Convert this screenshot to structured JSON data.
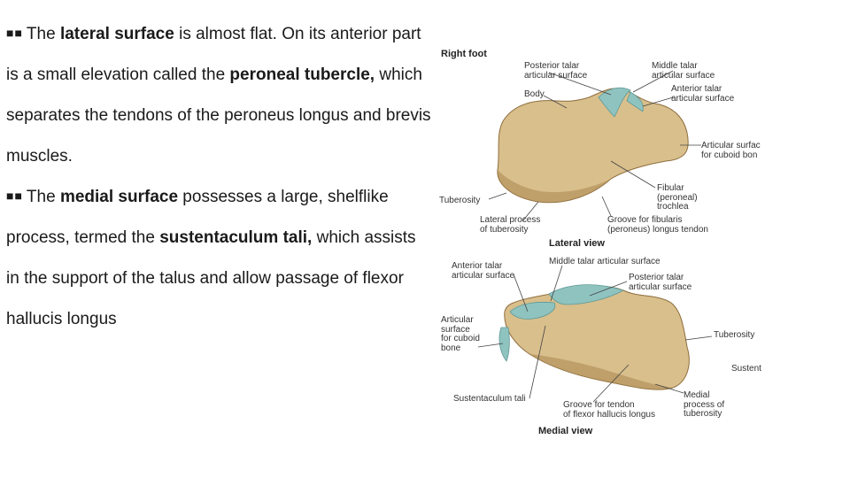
{
  "paragraphs": [
    {
      "bullet": "■■",
      "segments": [
        {
          "text": "The ",
          "bold": false
        },
        {
          "text": "lateral surface",
          "bold": true
        },
        {
          "text": " is almost flat. On its anterior part is a small elevation called the ",
          "bold": false
        },
        {
          "text": "peroneal tubercle,",
          "bold": true
        },
        {
          "text": " which separates the tendons of the peroneus longus and brevis muscles.",
          "bold": false
        }
      ]
    },
    {
      "bullet": "■■",
      "segments": [
        {
          "text": "The ",
          "bold": false
        },
        {
          "text": "medial surface",
          "bold": true
        },
        {
          "text": " possesses a large, shelflike process, termed the ",
          "bold": false
        },
        {
          "text": "sustentaculum tali,",
          "bold": true
        },
        {
          "text": " which assists in the support of the talus and allow passage of flexor hallucis longus",
          "bold": false
        }
      ]
    }
  ],
  "figure": {
    "heading": "Right foot",
    "lateral_view": {
      "caption": "Lateral view",
      "labels": {
        "posterior_talar": "Posterior talar\narticular surface",
        "middle_talar": "Middle talar\narticular surface",
        "body": "Body",
        "anterior_talar": "Anterior talar\narticular surface",
        "articular_cuboid": "Articular surfac\nfor cuboid bon",
        "tuberosity": "Tuberosity",
        "fibular_trochlea": "Fibular\n(peroneal)\ntrochlea",
        "lateral_process": "Lateral process\nof tuberosity",
        "groove_fibularis": "Groove for fibularis\n(peroneus) longus tendon"
      }
    },
    "medial_view": {
      "caption": "Medial view",
      "labels": {
        "middle_talar": "Middle talar articular surface",
        "anterior_talar": "Anterior talar\narticular surface",
        "posterior_talar": "Posterior talar\narticular surface",
        "articular_cuboid": "Articular\nsurface\nfor cuboid\nbone",
        "tuberosity": "Tuberosity",
        "sustent": "Sustent",
        "sustentaculum": "Sustentaculum tali",
        "groove_flexor": "Groove for tendon\nof flexor hallucis longus",
        "medial_process": "Medial\nprocess of\ntuberosity"
      }
    },
    "colors": {
      "bone": "#d9bf8c",
      "bone_shadow": "#a9864f",
      "cartilage": "#8fc3c0",
      "leader": "#444444"
    }
  }
}
